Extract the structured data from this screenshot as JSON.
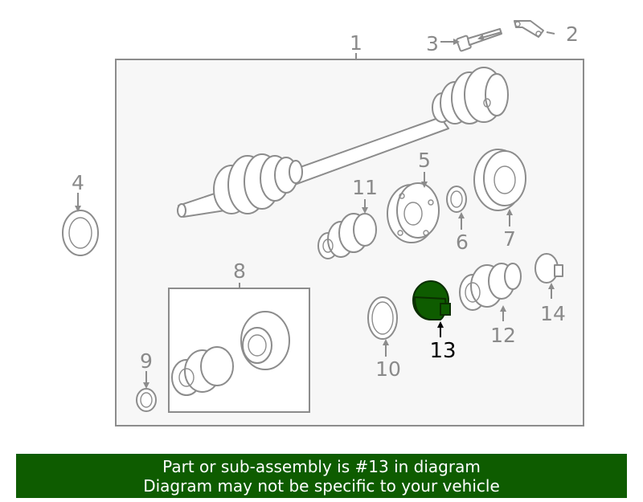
{
  "diagram": {
    "callouts": {
      "c1": "1",
      "c2": "2",
      "c3": "3",
      "c4": "4",
      "c5": "5",
      "c6": "6",
      "c7": "7",
      "c8": "8",
      "c9": "9",
      "c10": "10",
      "c11": "11",
      "c12": "12",
      "c13": "13",
      "c14": "14"
    },
    "highlighted_part": "13",
    "colors": {
      "line": "#8c8c8c",
      "highlight_fill": "#0e5c00",
      "highlight_label": "#000000",
      "frame_bg": "#f7f7f7"
    }
  },
  "banner": {
    "line1": "Part or sub-assembly is #13 in diagram",
    "line2": "Diagram may not be specific to your vehicle",
    "background": "#0e5c00"
  }
}
